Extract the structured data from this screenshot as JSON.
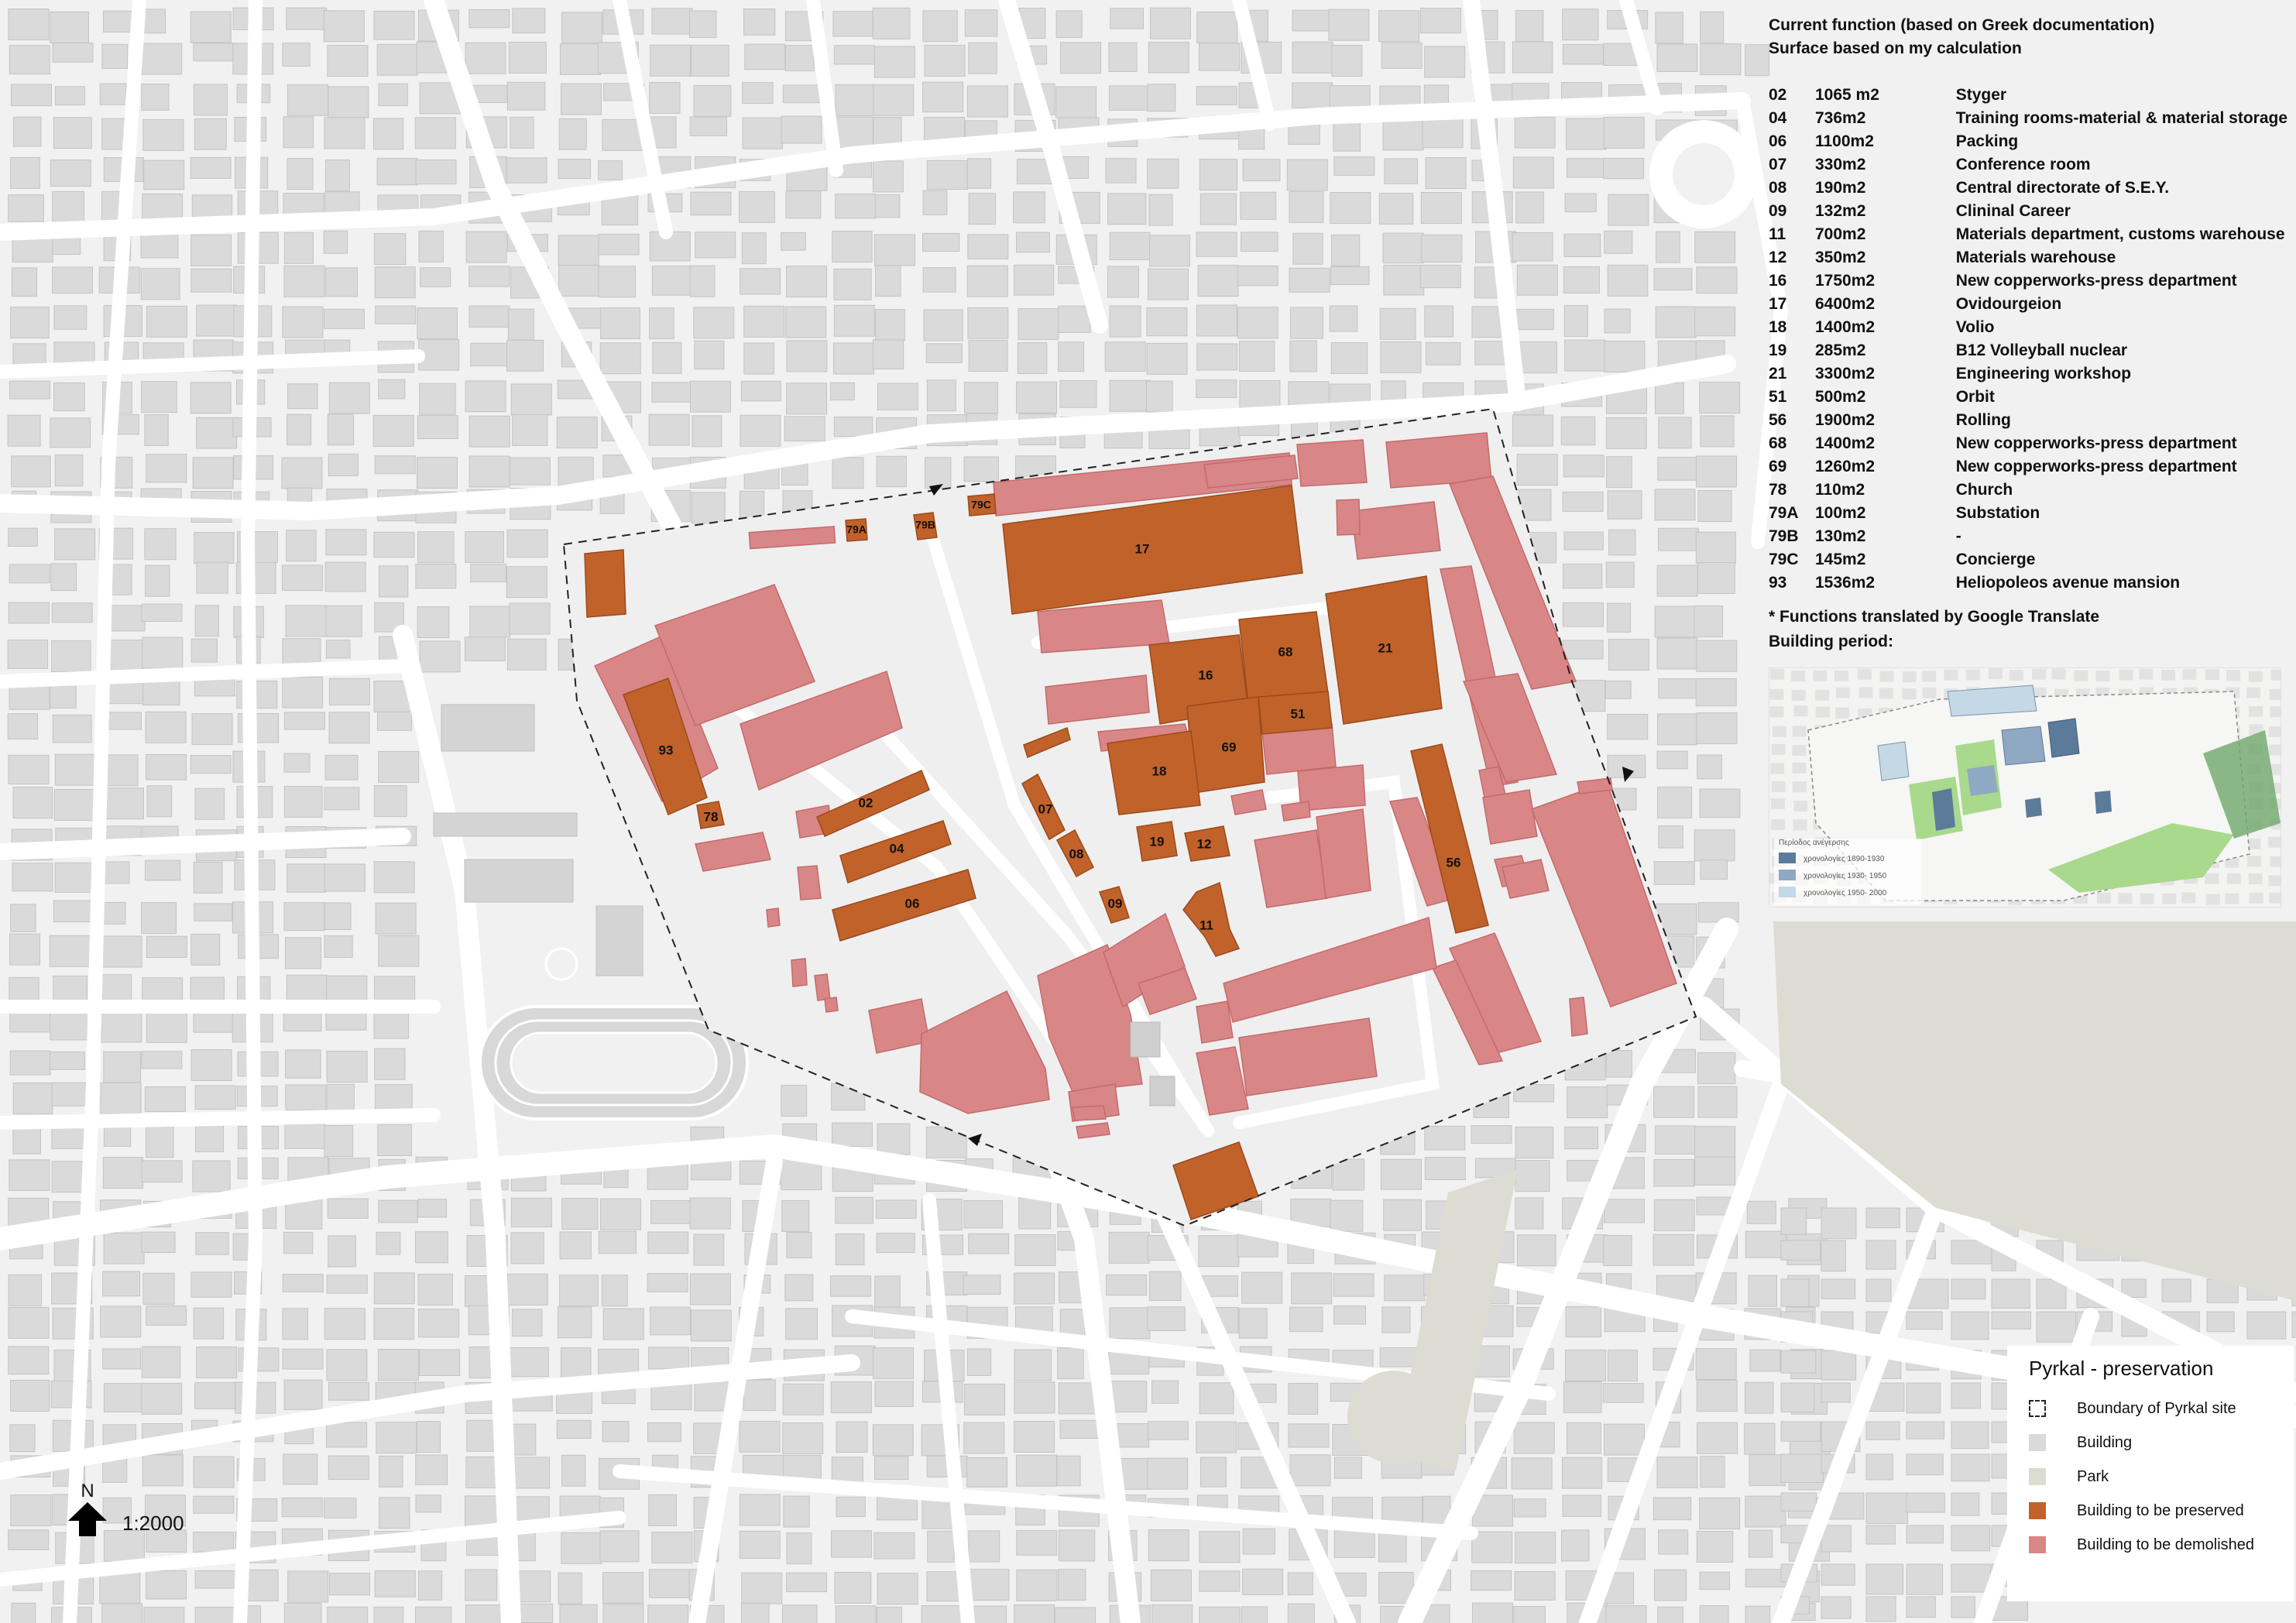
{
  "info": {
    "heading_line1": "Current function (based on Greek documentation)",
    "heading_line2": "Surface based on my calculation",
    "buildings": [
      {
        "id": "02",
        "area": "1065 m2",
        "function": "Styger"
      },
      {
        "id": "04",
        "area": "736m2",
        "function": "Training rooms-material & material storage"
      },
      {
        "id": "06",
        "area": "1100m2",
        "function": "Packing"
      },
      {
        "id": "07",
        "area": "330m2",
        "function": "Conference room"
      },
      {
        "id": "08",
        "area": "190m2",
        "function": "Central directorate of S.E.Y."
      },
      {
        "id": "09",
        "area": "132m2",
        "function": "Clininal Career"
      },
      {
        "id": "11",
        "area": "700m2",
        "function": "Materials department, customs warehouse"
      },
      {
        "id": "12",
        "area": "350m2",
        "function": "Materials warehouse"
      },
      {
        "id": "16",
        "area": "1750m2",
        "function": "New copperworks-press department"
      },
      {
        "id": "17",
        "area": "6400m2",
        "function": "Ovidourgeion"
      },
      {
        "id": "18",
        "area": "1400m2",
        "function": "Volio"
      },
      {
        "id": "19",
        "area": "285m2",
        "function": "B12 Volleyball nuclear"
      },
      {
        "id": "21",
        "area": "3300m2",
        "function": "Engineering workshop"
      },
      {
        "id": "51",
        "area": "500m2",
        "function": "Orbit"
      },
      {
        "id": "56",
        "area": "1900m2",
        "function": "Rolling"
      },
      {
        "id": "68",
        "area": "1400m2",
        "function": "New copperworks-press department"
      },
      {
        "id": "69",
        "area": "1260m2",
        "function": "New copperworks-press department"
      },
      {
        "id": "78",
        "area": "110m2",
        "function": "Church"
      },
      {
        "id": "79A",
        "area": "100m2",
        "function": "Substation"
      },
      {
        "id": "79B",
        "area": "130m2",
        "function": "-"
      },
      {
        "id": "79C",
        "area": "145m2",
        "function": "Concierge"
      },
      {
        "id": "93",
        "area": "1536m2",
        "function": "Heliopoleos avenue mansion"
      }
    ],
    "note": "* Functions translated by Google Translate",
    "period_title": "Building period:"
  },
  "inset": {
    "legend_title": "Περίοδος ανέγερσης",
    "periods": [
      {
        "label": "χρονολογίες 1890-1930",
        "color": "#5c7a9a"
      },
      {
        "label": "χρονολογίες 1930- 1950",
        "color": "#8fa9c2"
      },
      {
        "label": "χρονολογίες 1950- 2000",
        "color": "#c4d8e6"
      }
    ]
  },
  "map_labels": {
    "b17": "17",
    "b16": "16",
    "b68": "68",
    "b21": "21",
    "b51": "51",
    "b69": "69",
    "b18": "18",
    "b93": "93",
    "b78": "78",
    "b02": "02",
    "b04": "04",
    "b06": "06",
    "b07": "07",
    "b08": "08",
    "b09": "09",
    "b19": "19",
    "b12": "12",
    "b11": "11",
    "b56": "56",
    "b79A": "79A",
    "b79B": "79B",
    "b79C": "79C"
  },
  "legend": {
    "title": "Pyrkal - preservation",
    "items": [
      {
        "label": "Boundary of Pyrkal site",
        "type": "boundary"
      },
      {
        "label": "Building",
        "color": "#dadada"
      },
      {
        "label": "Park",
        "color": "#dcdcd2"
      },
      {
        "label": "Building to be preserved",
        "color": "#c1622a"
      },
      {
        "label": "Building to be demolished",
        "color": "#d98687"
      }
    ]
  },
  "north_label": "N",
  "scale": "1:2000",
  "colors": {
    "preserved": "#c1622a",
    "demolished": "#d98687",
    "building": "#dadada",
    "park": "#dcdcd2",
    "background": "#f1f1f1"
  }
}
